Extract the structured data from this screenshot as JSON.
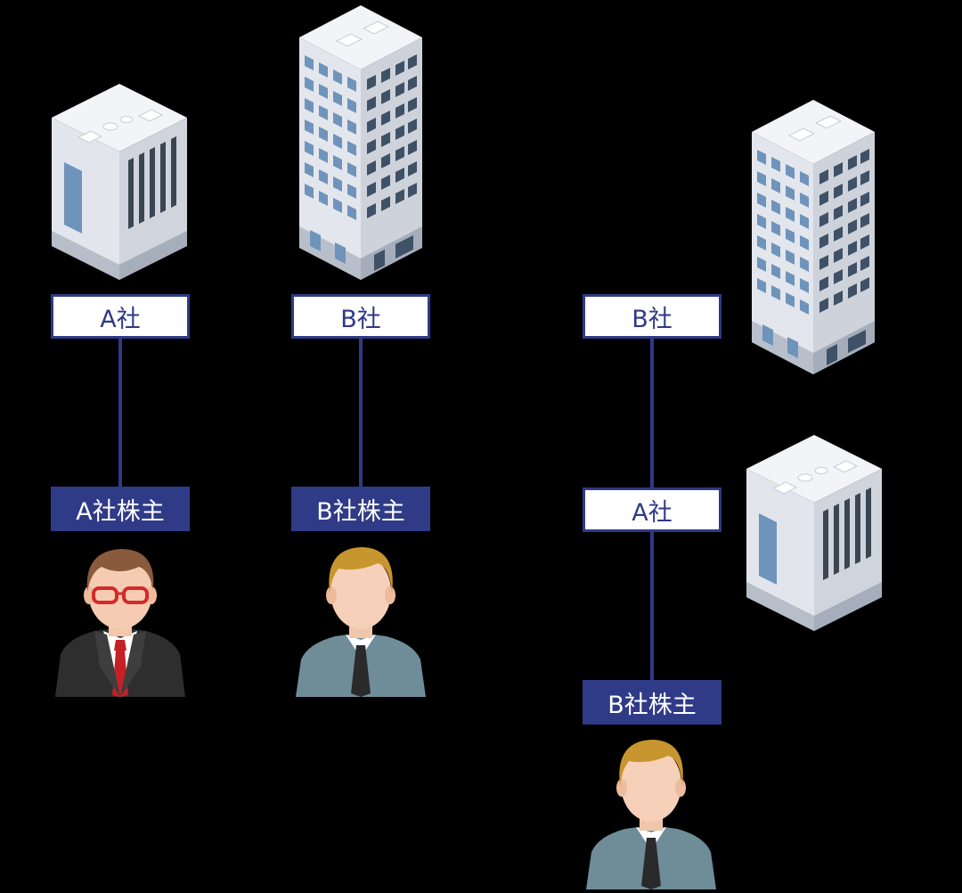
{
  "left_group": {
    "company_label": "A社",
    "shareholder_label": "A社株主"
  },
  "middle_group": {
    "company_label": "B社",
    "shareholder_label": "B社株主"
  },
  "right_group": {
    "top_company_label": "B社",
    "sub_company_label": "A社",
    "shareholder_label": "B社株主"
  }
}
